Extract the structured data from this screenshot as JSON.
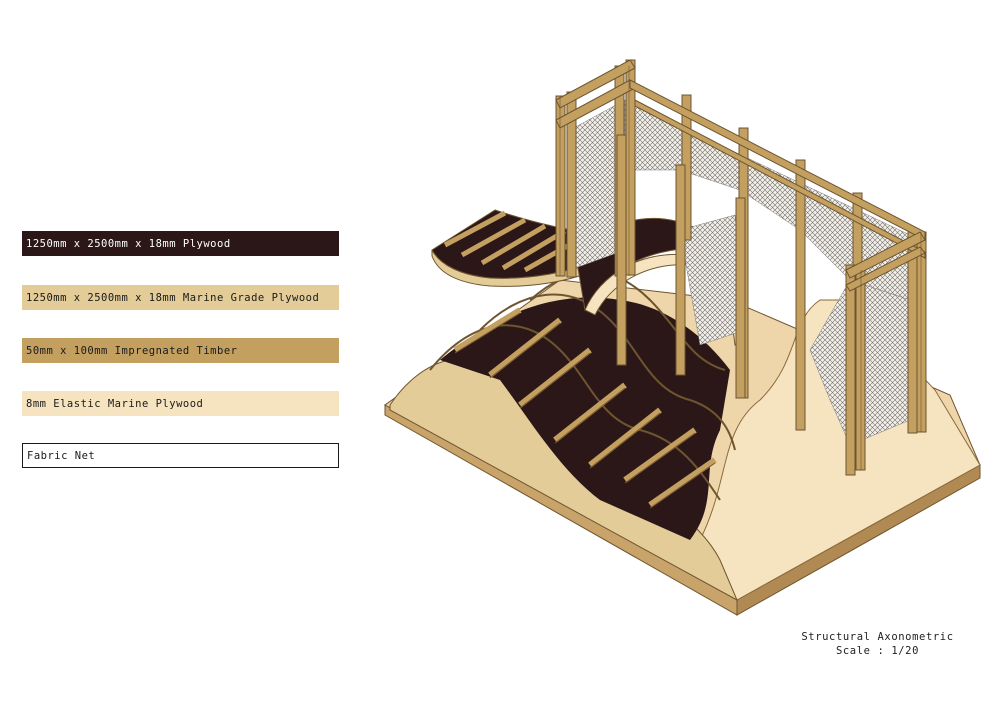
{
  "legend": {
    "items": [
      {
        "label": "1250mm x 2500mm x 18mm Plywood",
        "color": "#2b1718",
        "text_color": "#ffffff"
      },
      {
        "label": "1250mm x 2500mm x 18mm Marine Grade Plywood",
        "color": "#e3cc98",
        "text_color": "#1a1a1a"
      },
      {
        "label": "50mm x 100mm Impregnated Timber",
        "color": "#c3a060",
        "text_color": "#1a1a1a"
      },
      {
        "label": "8mm Elastic  Marine Plywood",
        "color": "#f6e3c0",
        "text_color": "#1a1a1a"
      },
      {
        "label": "Fabric Net",
        "color": "#ffffff",
        "text_color": "#1a1a1a"
      }
    ]
  },
  "caption": {
    "title": "Structural Axonometric",
    "scale": "Scale : 1/20"
  }
}
